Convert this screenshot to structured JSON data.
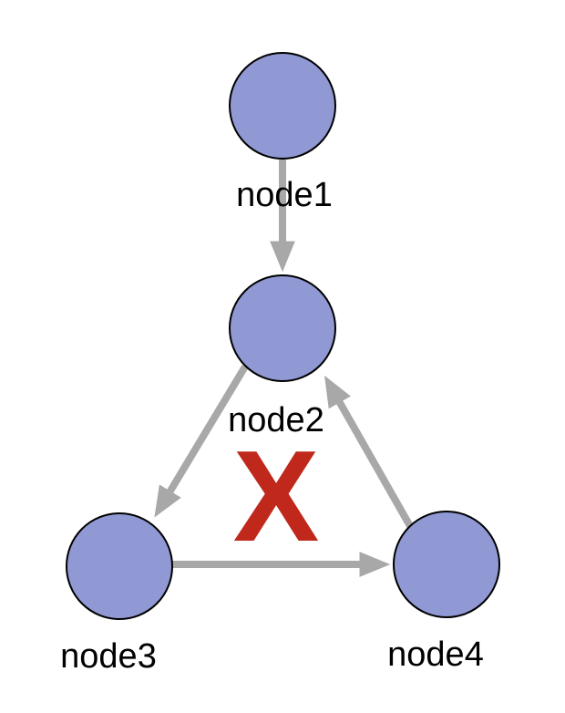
{
  "diagram": {
    "nodes": [
      {
        "id": "node1",
        "label": "node1"
      },
      {
        "id": "node2",
        "label": "node2"
      },
      {
        "id": "node3",
        "label": "node3"
      },
      {
        "id": "node4",
        "label": "node4"
      }
    ],
    "edges": [
      {
        "from": "node1",
        "to": "node2"
      },
      {
        "from": "node2",
        "to": "node3"
      },
      {
        "from": "node3",
        "to": "node4"
      },
      {
        "from": "node4",
        "to": "node2"
      }
    ],
    "center_mark": {
      "symbol": "X"
    },
    "colors": {
      "background": "#ffffff",
      "node_fill": "#9099d4",
      "node_border": "#000000",
      "edge": "#a8a8a8",
      "label": "#000000",
      "center_mark": "#c0281c"
    }
  }
}
